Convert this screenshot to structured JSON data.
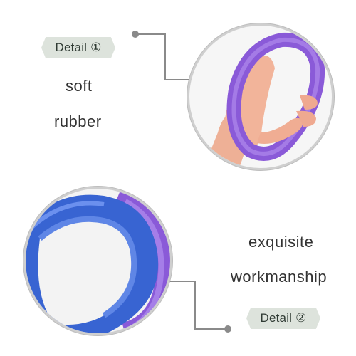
{
  "detail_1": {
    "label": "Detail ①",
    "lines": [
      "soft",
      "rubber"
    ]
  },
  "detail_2": {
    "label": "Detail ②",
    "lines": [
      "exquisite",
      "workmanship"
    ]
  },
  "colors": {
    "banner_bg": "#dde3dc",
    "banner_text": "#2f3a33",
    "feature_text": "#333333",
    "connector": "#8a8a8a",
    "purple": "#8a5ad8",
    "blue": "#2f5fc8",
    "skin": "#f2b49a"
  }
}
